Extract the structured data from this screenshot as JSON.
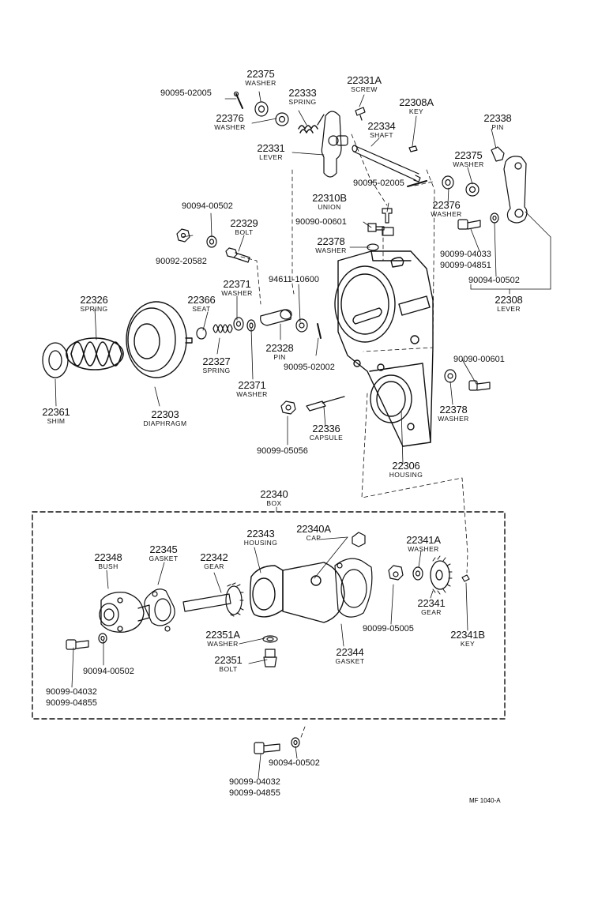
{
  "labels": {
    "p22375a": {
      "num": "22375",
      "name": "WASHER"
    },
    "p90095_02005a": {
      "num": "90095-02005"
    },
    "p22333": {
      "num": "22333",
      "name": "SPRING"
    },
    "p22376a": {
      "num": "22376",
      "name": "WASHER"
    },
    "p22331": {
      "num": "22331",
      "name": "LEVER"
    },
    "p22331A": {
      "num": "22331A",
      "name": "SCREW"
    },
    "p22308A": {
      "num": "22308A",
      "name": "KEY"
    },
    "p22334": {
      "num": "22334",
      "name": "SHAFT"
    },
    "p22338": {
      "num": "22338",
      "name": "PIN"
    },
    "p22375b": {
      "num": "22375",
      "name": "WASHER"
    },
    "p90095_02005b": {
      "num": "90095-02005"
    },
    "p22310B": {
      "num": "22310B",
      "name": "UNION"
    },
    "p22376b": {
      "num": "22376",
      "name": "WASHER"
    },
    "p90090_00601a": {
      "num": "90090-00601"
    },
    "p90094_00502a": {
      "num": "90094-00502"
    },
    "p22329": {
      "num": "22329",
      "name": "BOLT"
    },
    "p90092_20582": {
      "num": "90092-20582"
    },
    "p22378a": {
      "num": "22378",
      "name": "WASHER"
    },
    "p90099_04033": {
      "num": "90099-04033"
    },
    "p90099_04851": {
      "num": "90099-04851"
    },
    "p90094_00502b": {
      "num": "90094-00502"
    },
    "p22308": {
      "num": "22308",
      "name": "LEVER"
    },
    "p94611_10600": {
      "num": "94611-10600"
    },
    "p22326": {
      "num": "22326",
      "name": "SPRING"
    },
    "p22371a": {
      "num": "22371",
      "name": "WASHER"
    },
    "p22366": {
      "num": "22366",
      "name": "SEAT"
    },
    "p22328": {
      "num": "22328",
      "name": "PIN"
    },
    "p90095_02002": {
      "num": "90095-02002"
    },
    "p22327": {
      "num": "22327",
      "name": "SPRING"
    },
    "p22371b": {
      "num": "22371",
      "name": "WASHER"
    },
    "p90090_00601b": {
      "num": "90090-00601"
    },
    "p22378b": {
      "num": "22378",
      "name": "WASHER"
    },
    "p22361": {
      "num": "22361",
      "name": "SHIM"
    },
    "p22303": {
      "num": "22303",
      "name": "DIAPHRAGM"
    },
    "p22336": {
      "num": "22336",
      "name": "CAPSULE"
    },
    "p90099_05056": {
      "num": "90099-05056"
    },
    "p22306": {
      "num": "22306",
      "name": "HOUSING"
    },
    "p22340": {
      "num": "22340",
      "name": "BOX"
    },
    "p22340A": {
      "num": "22340A",
      "name": "CAP"
    },
    "p22343": {
      "num": "22343",
      "name": "HOUSING"
    },
    "p22341A": {
      "num": "22341A",
      "name": "WASHER"
    },
    "p22348": {
      "num": "22348",
      "name": "BUSH"
    },
    "p22345": {
      "num": "22345",
      "name": "GASKET"
    },
    "p22342": {
      "num": "22342",
      "name": "GEAR"
    },
    "p22341": {
      "num": "22341",
      "name": "GEAR"
    },
    "p90099_05005": {
      "num": "90099-05005"
    },
    "p22341B": {
      "num": "22341B",
      "name": "KEY"
    },
    "p22351A": {
      "num": "22351A",
      "name": "WASHER"
    },
    "p22344": {
      "num": "22344",
      "name": "GASKET"
    },
    "p22351": {
      "num": "22351",
      "name": "BOLT"
    },
    "p90094_00502c": {
      "num": "90094-00502"
    },
    "p90099_04032a": {
      "num": "90099-04032"
    },
    "p90099_04855a": {
      "num": "90099-04855"
    },
    "p90094_00502d": {
      "num": "90094-00502"
    },
    "p90099_04032b": {
      "num": "90099-04032"
    },
    "p90099_04855b": {
      "num": "90099-04855"
    }
  },
  "figure_ref": "MF 1040-A"
}
